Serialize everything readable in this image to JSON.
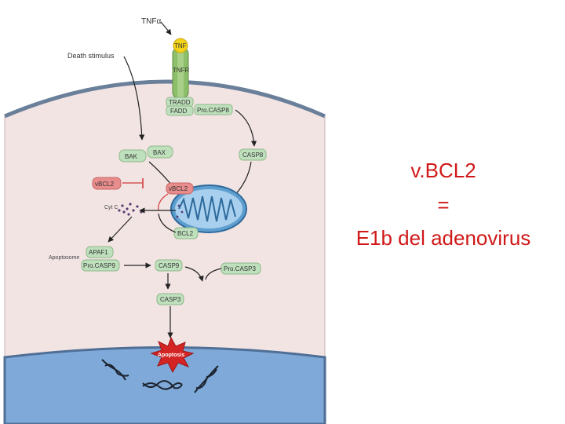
{
  "labels": {
    "tnfa": "TNFα",
    "tnf": "TNF",
    "tnfr": "TNFR",
    "death_stimulus": "Death stimulus",
    "tradd": "TRADD",
    "fadd": "FADD",
    "pro_casp8": "Pro.CASP8",
    "casp8": "CASP8",
    "bak": "BAK",
    "bax": "BAX",
    "vbcl2_left": "vBCL2",
    "vbcl2_mito": "vBCL2",
    "cytc": "Cyt C",
    "bcl2": "BCL2",
    "apaf1": "APAF1",
    "apoptosome": "Apoptosome",
    "pro_casp9": "Pro.CASP9",
    "casp9": "CASP9",
    "pro_casp3": "Pro.CASP3",
    "casp3": "CASP3",
    "apoptosis": "Apoptosis"
  },
  "side_text": {
    "line1": "v.BCL2",
    "line2": "=",
    "line3": "E1b del adenovirus"
  },
  "colors": {
    "cytoplasm": "#f3e4e4",
    "membrane": "#6a7f99",
    "nucleus": "#7fa9d8",
    "protein_green": "#bfe0bc",
    "protein_red": "#e88c8c",
    "inhibit_red": "#d23a3a",
    "mito_blue": "#5f9fd0",
    "apoptosis_burst": "#d42525",
    "side_text": "#d01818"
  }
}
